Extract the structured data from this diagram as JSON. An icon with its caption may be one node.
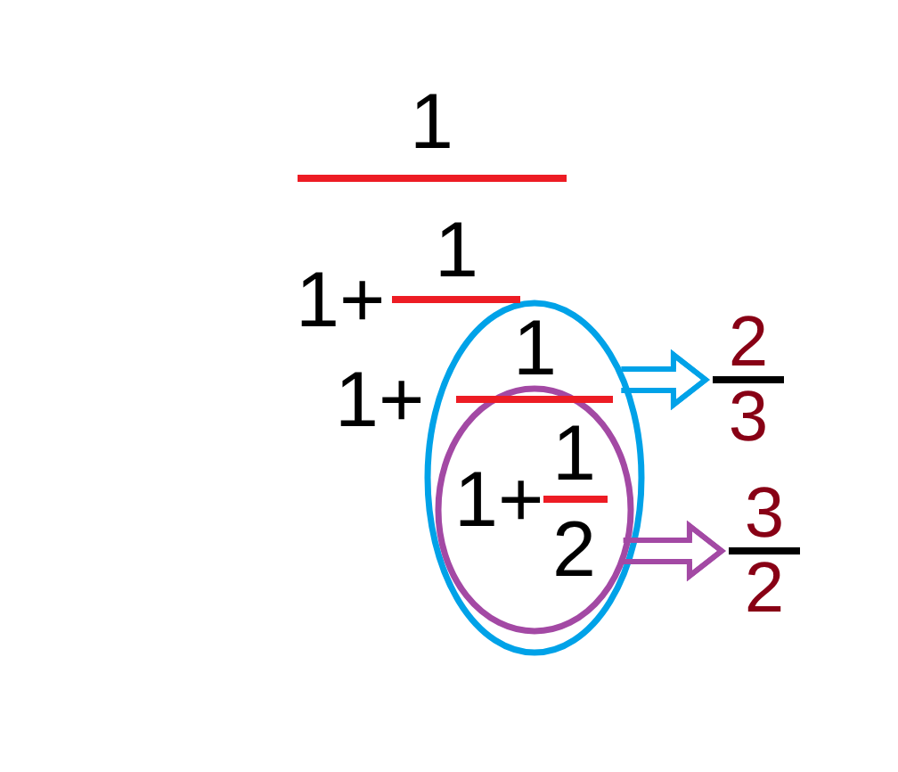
{
  "diagram": {
    "nodes": [
      {
        "text": [],
        "shape": "ellipse"
      },
      {
        "text": [
          "2",
          "3"
        ]
      },
      {
        "text": [],
        "shape": "ellipse",
        "in": 0
      },
      {
        "text": [
          "3",
          "2"
        ]
      }
    ],
    "edges": [
      {
        "from": 0,
        "to": 1,
        "arrow": "to",
        "color": "#00a2e8"
      },
      {
        "from": 2,
        "to": 3,
        "arrow": "to",
        "color": "#a349a4"
      }
    ],
    "labels": [
      "1",
      "1",
      "1+",
      "1",
      "1+",
      "1",
      "1+",
      "2"
    ]
  }
}
